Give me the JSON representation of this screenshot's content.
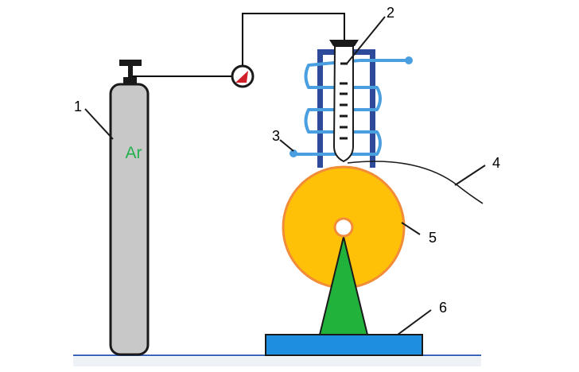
{
  "diagram": {
    "cylinder_gas": "Ar",
    "labels": {
      "cylinder": "1",
      "crucible_top": "2",
      "induction_coil": "3",
      "cable": "4",
      "wheel": "5",
      "base": "6"
    },
    "colors": {
      "cylinder_fill": "#c8c8c8",
      "gas_text": "#22b14c",
      "coil": "#4a9fe0",
      "frame": "#2e4a9a",
      "wheel_fill": "#ffc107",
      "wheel_rim": "#f28c38",
      "stand_fill": "#21b23c",
      "base_fill": "#1e8fe0",
      "gauge_arrow": "#d0202a",
      "floor_line": "#3b66b8"
    }
  }
}
